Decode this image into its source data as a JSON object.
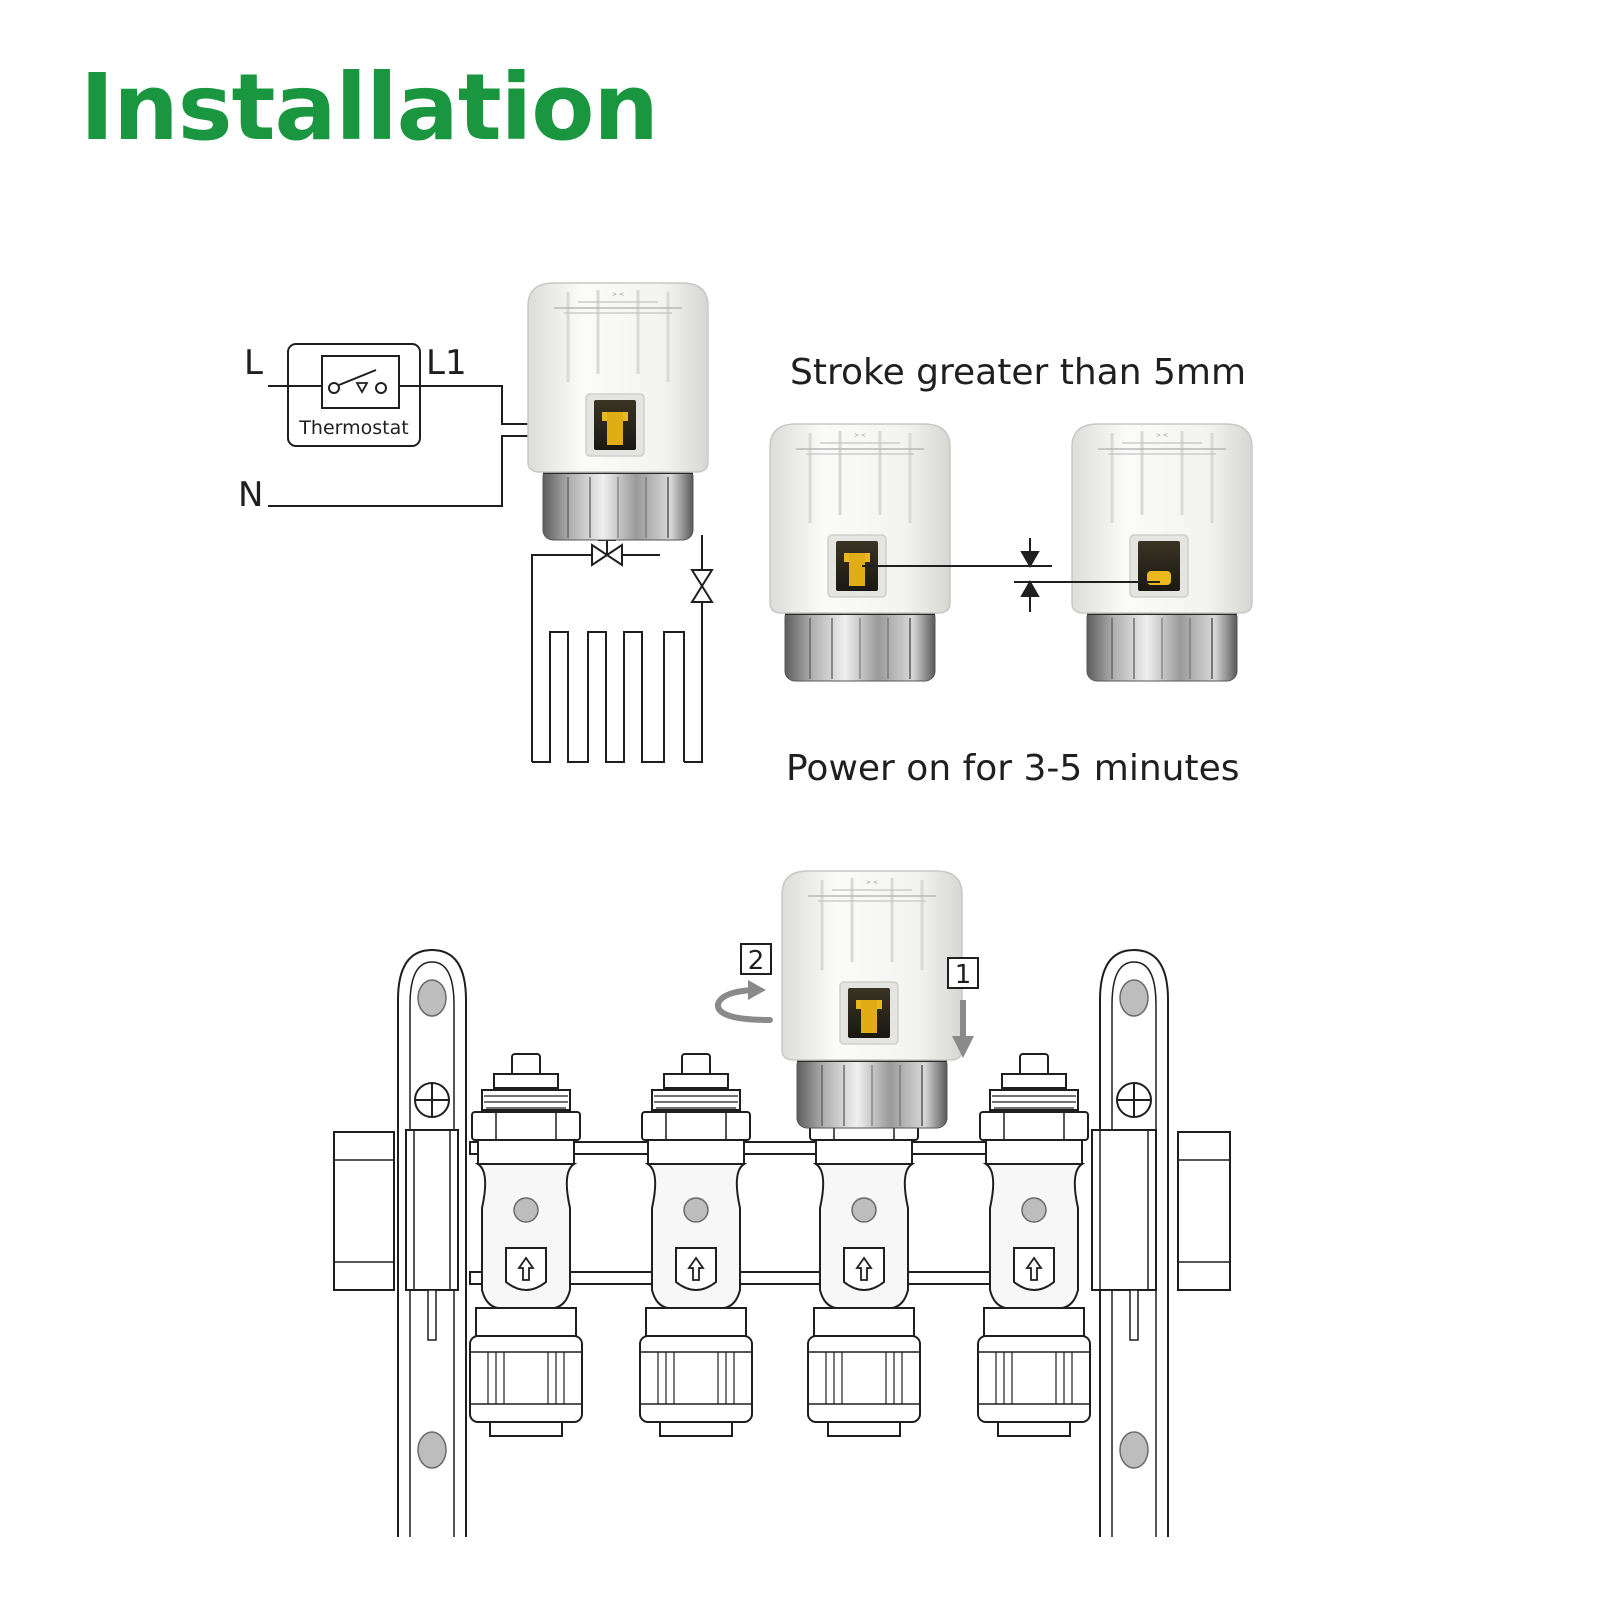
{
  "page": {
    "title": "Installation"
  },
  "wiring": {
    "line_label": "L",
    "load_label": "L1",
    "neutral_label": "N",
    "thermostat_label": "Thermostat"
  },
  "stroke": {
    "caption_top": "Stroke greater than 5mm",
    "caption_bottom": "Power on for 3-5 minutes"
  },
  "mounting": {
    "step_1": "1",
    "step_2": "2"
  },
  "colors": {
    "title_green": "#1a9640",
    "actuator_body": "#f2f2f0",
    "indicator_yellow": "#e8b81c",
    "line_dark": "#1f1f1f"
  }
}
